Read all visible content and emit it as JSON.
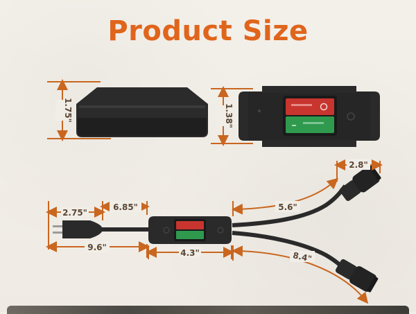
{
  "title": "Product Size",
  "dimensions": {
    "side_height": "1.75\"",
    "top_height": "1.38\"",
    "cord_width": "2.8\"",
    "plug_length": "2.75\"",
    "cord_to_box": "6.85\"",
    "upper_cord": "5.6\"",
    "left_total": "9.6\"",
    "box_length": "4.3\"",
    "lower_cord": "8.4\""
  },
  "colors": {
    "title": "#e0651c",
    "dimension_line": "#c9661f",
    "device_body": "#2a2a2a",
    "switch_red": "#c8352f",
    "switch_green": "#2f9a4e"
  }
}
